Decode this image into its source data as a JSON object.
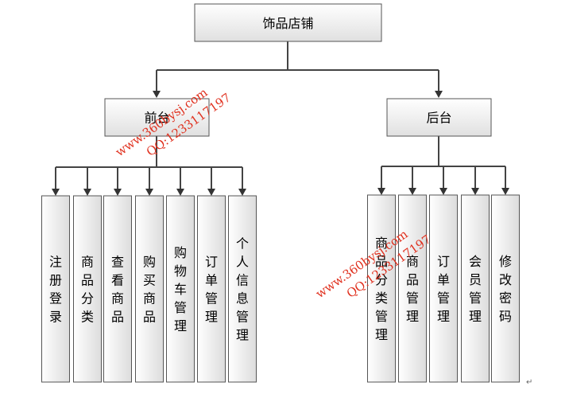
{
  "root": {
    "label": "饰品店铺"
  },
  "branches": [
    {
      "label": "前台",
      "children": [
        "注册登录",
        "商品分类",
        "查看商品",
        "购买商品",
        "购物车管理",
        "订单管理",
        "个人信息管理"
      ]
    },
    {
      "label": "后台",
      "children": [
        "商品分类管理",
        "商品管理",
        "订单管理",
        "会员管理",
        "修改密码"
      ]
    }
  ],
  "watermarks": [
    {
      "lines": [
        "www.360bysj.com",
        "QQ:1233117197"
      ]
    },
    {
      "lines": [
        "www.360bysj.com",
        "QQ:1233117197"
      ]
    }
  ],
  "paragraph_mark": "↵",
  "colors": {
    "box_top": "#ffffff",
    "box_bottom": "#e0e0e0",
    "line": "#444444",
    "watermark": "#e0301e"
  }
}
